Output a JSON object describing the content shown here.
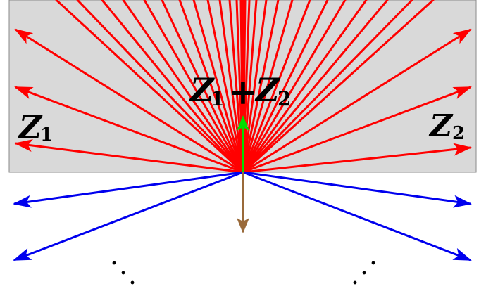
{
  "diagram": {
    "labels": {
      "z1": {
        "symbol": "Z",
        "subscript": "1"
      },
      "z2": {
        "symbol": "Z",
        "subscript": "2"
      },
      "sum": {
        "symbol_a": "Z",
        "subscript_a": "1",
        "operator": "+",
        "symbol_b": "Z",
        "subscript_b": "2"
      }
    },
    "colors": {
      "region_fill": "#d9d9d9",
      "region_stroke": "#8a8a8a",
      "red_vectors": "#ff0000",
      "blue_vectors": "#0000ee",
      "sum_vector": "#00dd00",
      "opposite_vector": "#9a6a3a",
      "ellipsis_dots": "#000000"
    }
  }
}
